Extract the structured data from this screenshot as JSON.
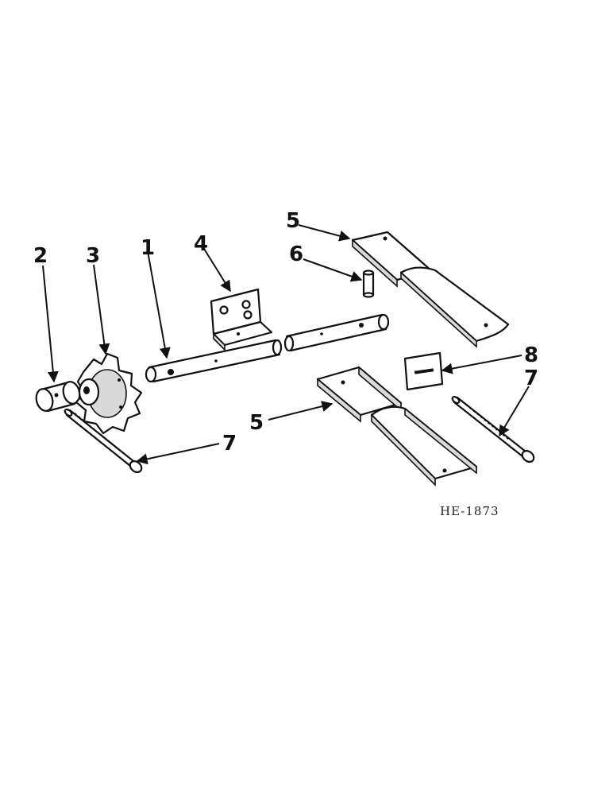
{
  "figure_id": "HE-1873",
  "callouts": {
    "c1": "1",
    "c2": "2",
    "c3": "3",
    "c4": "4",
    "c5_top": "5",
    "c5_bottom": "5",
    "c6": "6",
    "c7_left": "7",
    "c7_right": "7",
    "c8": "8"
  }
}
